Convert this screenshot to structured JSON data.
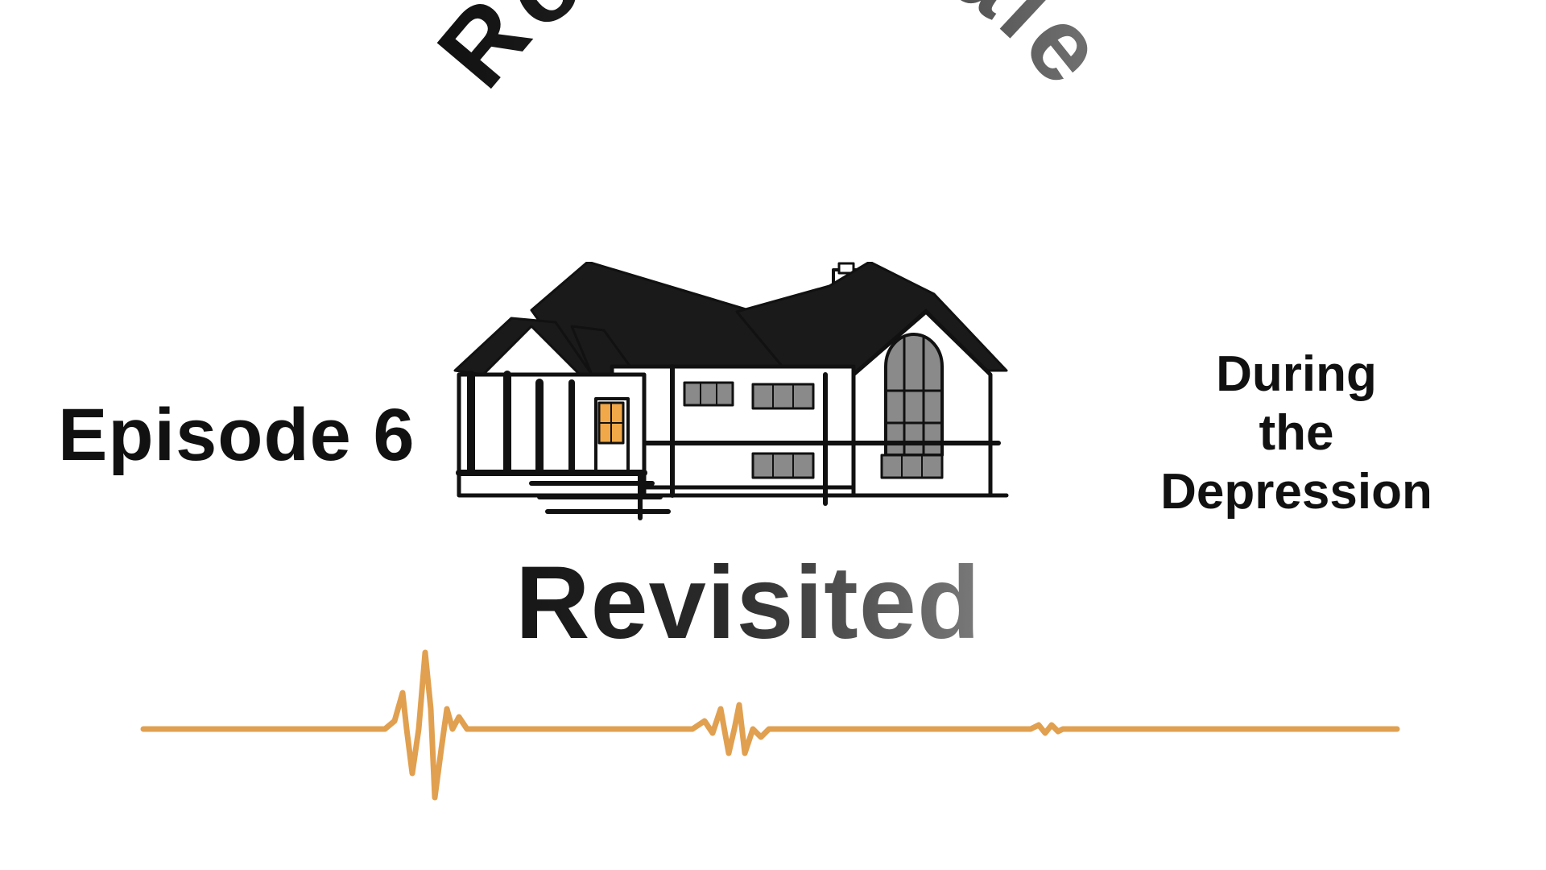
{
  "title": {
    "arc_text": "Robbinsdale",
    "main": "Revisited"
  },
  "episode": {
    "label": "Episode 6"
  },
  "subtitle": {
    "lines": [
      "During",
      "the",
      "Depression"
    ]
  },
  "colors": {
    "text_dark": "#111111",
    "text_gray": "#7a7a7a",
    "window_accent": "#f0a848",
    "waveform": "#e0a050"
  },
  "icons": {
    "house": "house-illustration",
    "waveform": "audio-waveform-icon"
  }
}
